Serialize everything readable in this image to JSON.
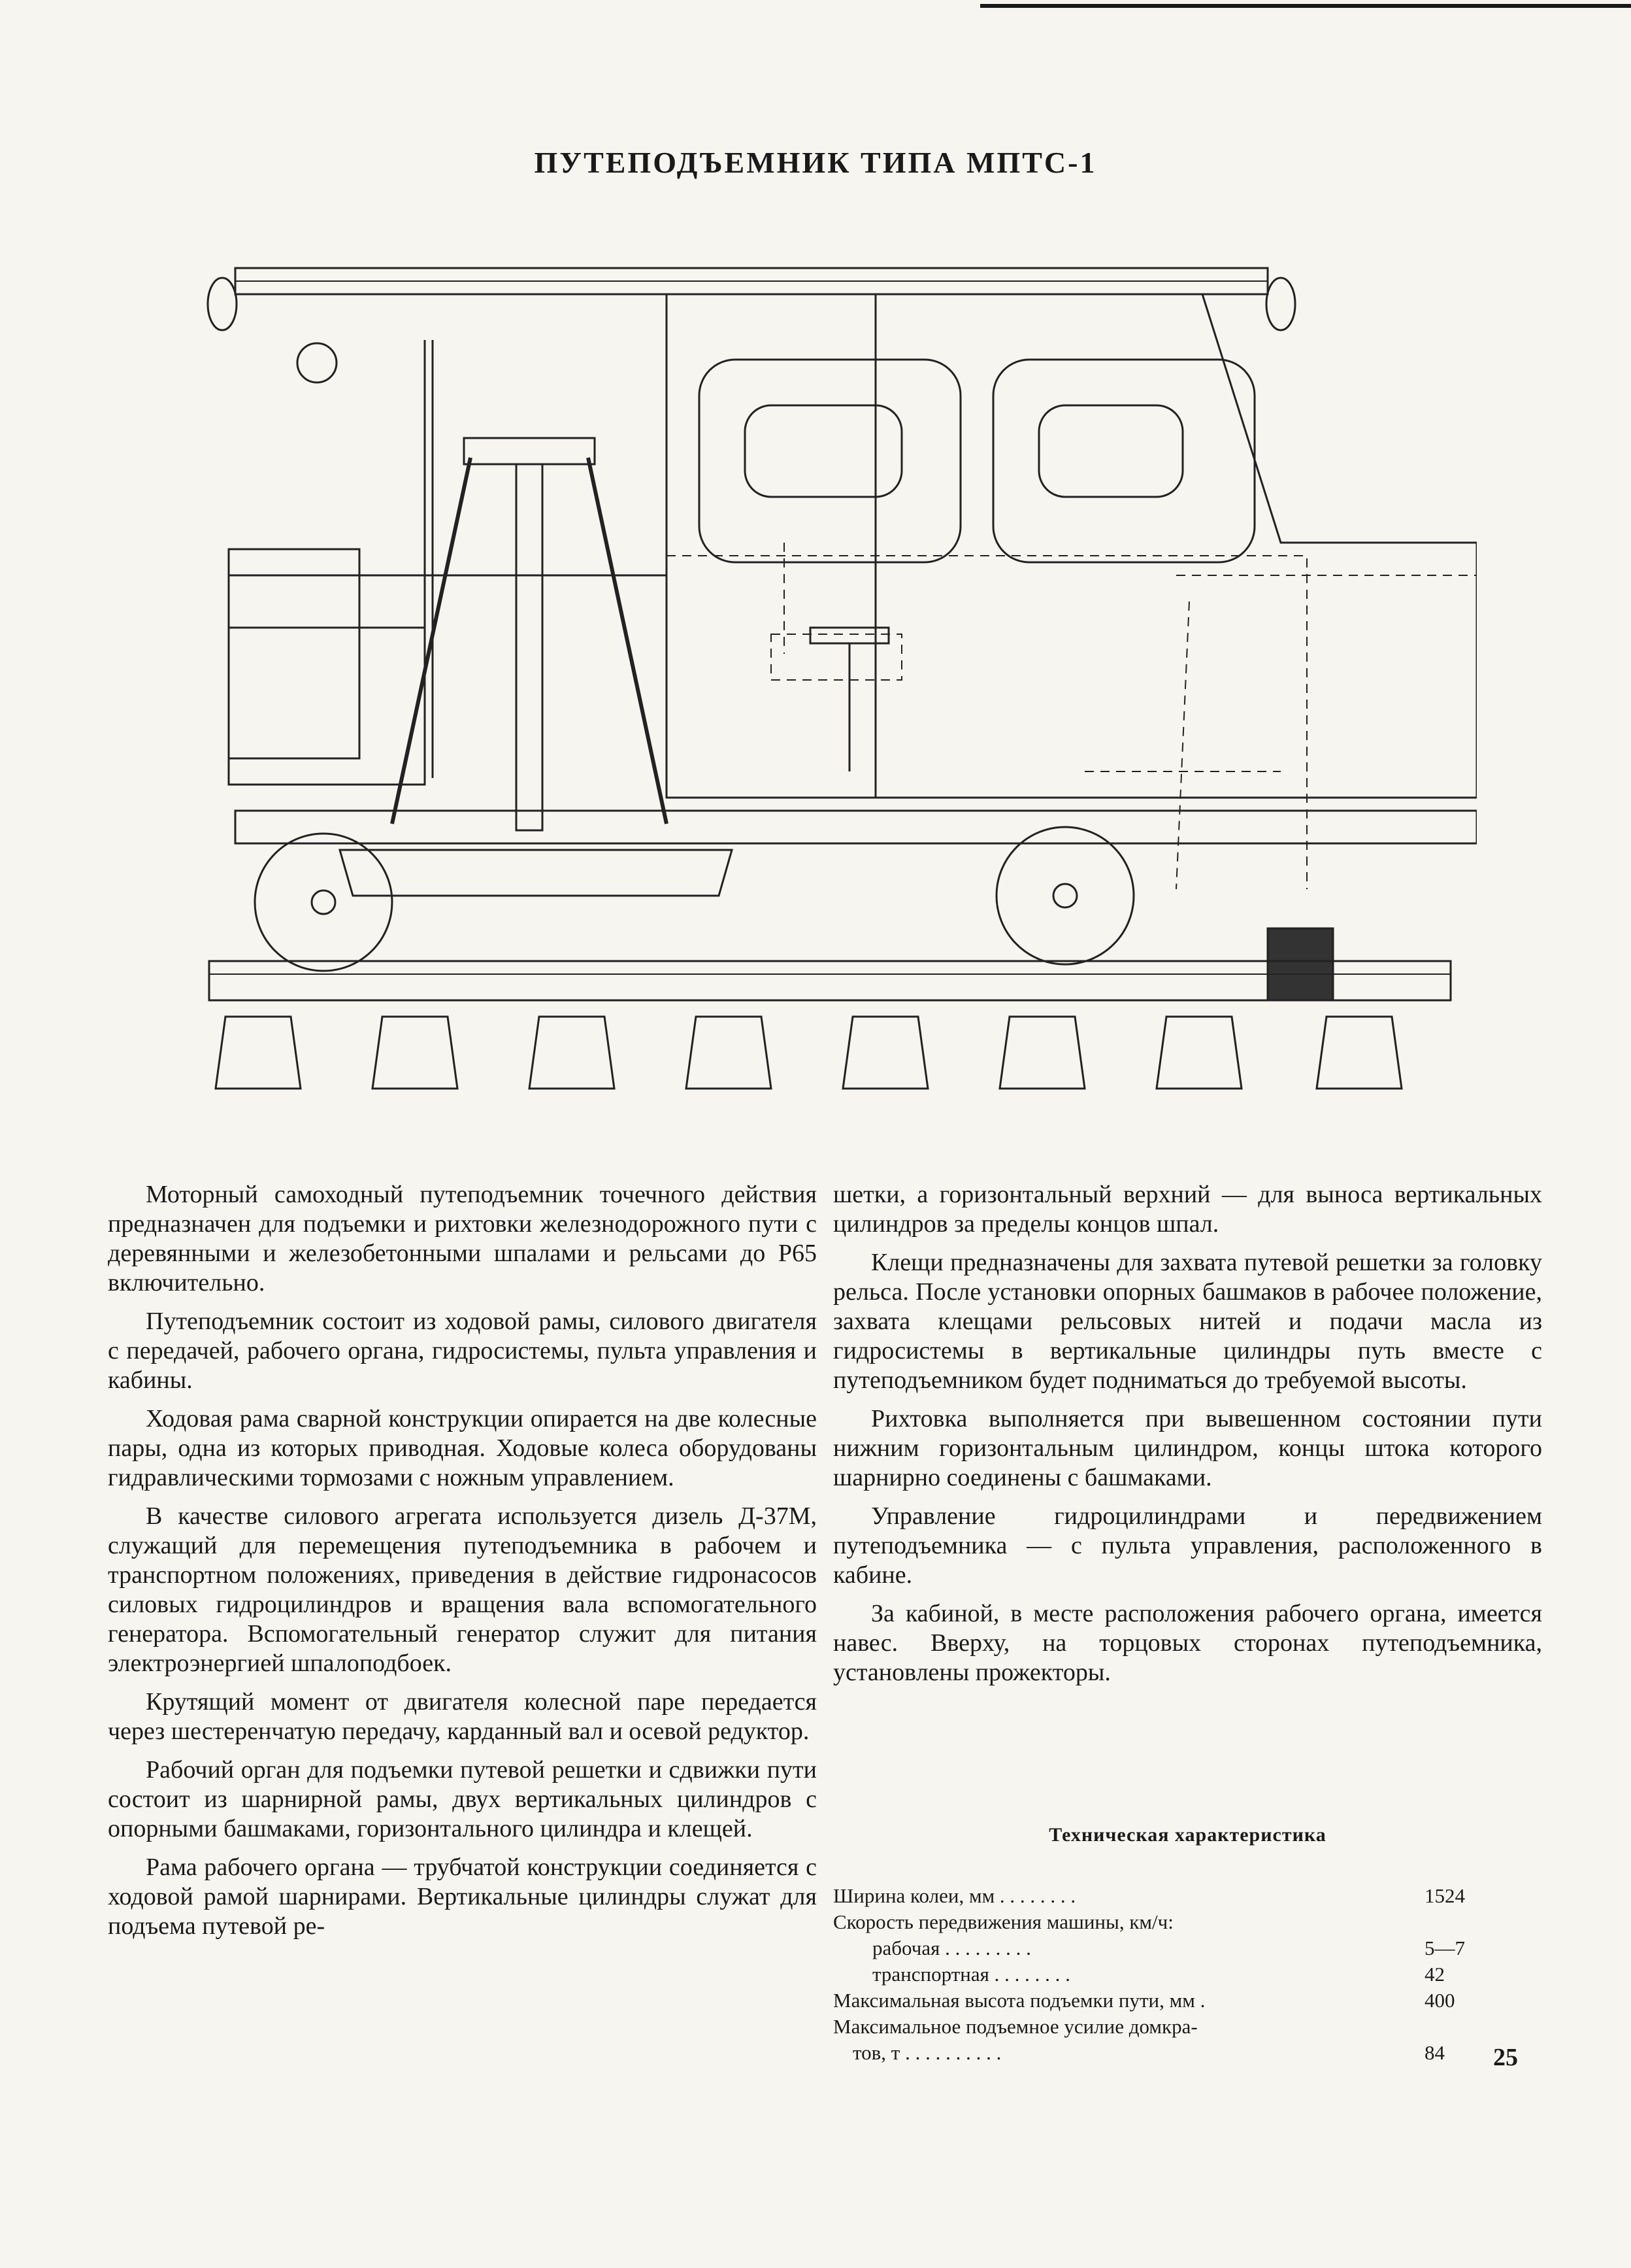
{
  "title": "ПУТЕПОДЪЕМНИК ТИПА МПТС-1",
  "col_left": [
    "Моторный самоходный путеподъемник точечного действия предназначен для подъемки и рихтовки железнодорожного пути с деревянными и железобетонными шпалами и рельсами до Р65 включительно.",
    "Путеподъемник состоит из ходовой рамы, силового двигателя с передачей, рабочего органа, гидросистемы, пульта управления и кабины.",
    "Ходовая рама сварной конструкции опирается на две колесные пары, одна из которых приводная. Ходовые колеса оборудованы гидравлическими тормозами с ножным управлением.",
    "В качестве силового агрегата используется дизель Д-37М, служащий для перемещения путеподъемника в рабочем и транспортном положениях, приведения в действие гидронасосов силовых гидроцилиндров и вращения вала вспомогательного генератора. Вспомогательный генератор служит для питания электроэнергией шпалоподбоек.",
    "Крутящий момент от двигателя колесной паре передается через шестеренчатую передачу, карданный вал и осевой редуктор.",
    "Рабочий орган для подъемки путевой решетки и сдвижки пути состоит из шарнирной рамы, двух вертикальных цилиндров с опорными башмаками, горизонтального цилиндра и клещей.",
    "Рама рабочего органа — трубчатой конструкции соединяется с ходовой рамой шарнирами. Вертикальные цилиндры служат для подъема путевой ре-"
  ],
  "col_right": [
    "шетки, а горизонтальный верхний — для выноса вертикальных цилиндров за пределы концов шпал.",
    "Клещи предназначены для захвата путевой решетки за головку рельса. После установки опорных башмаков в рабочее положение, захвата клещами рельсовых нитей и подачи масла из гидросистемы в вертикальные цилиндры путь вместе с путеподъемником будет подниматься до требуемой высоты.",
    "Рихтовка выполняется при вывешенном состоянии пути нижним горизонтальным цилиндром, концы штока которого шарнирно соединены с башмаками.",
    "Управление гидроцилиндрами и передвижением путеподъемника — с пульта управления, расположенного в кабине.",
    "За кабиной, в месте расположения рабочего органа, имеется навес. Вверху, на торцовых сторонах путеподъемника, установлены прожекторы."
  ],
  "spec": {
    "title": "Техническая характеристика",
    "rows": [
      {
        "label": "Ширина колеи, мм . . . . . . . .",
        "value": "1524"
      },
      {
        "label": "Скорость передвижения машины, км/ч:",
        "value": ""
      },
      {
        "label": "рабочая . . . . . . . . .",
        "value": "5—7"
      },
      {
        "label": "транспортная . . . . . . . .",
        "value": "42"
      },
      {
        "label": "Максимальная высота подъемки пути, мм .",
        "value": "400"
      },
      {
        "label": "Максимальное подъемное усилие домкра-",
        "value": ""
      },
      {
        "label": "тов, т . . . . . . . . . .",
        "value": "84"
      }
    ]
  },
  "page_number": "25"
}
